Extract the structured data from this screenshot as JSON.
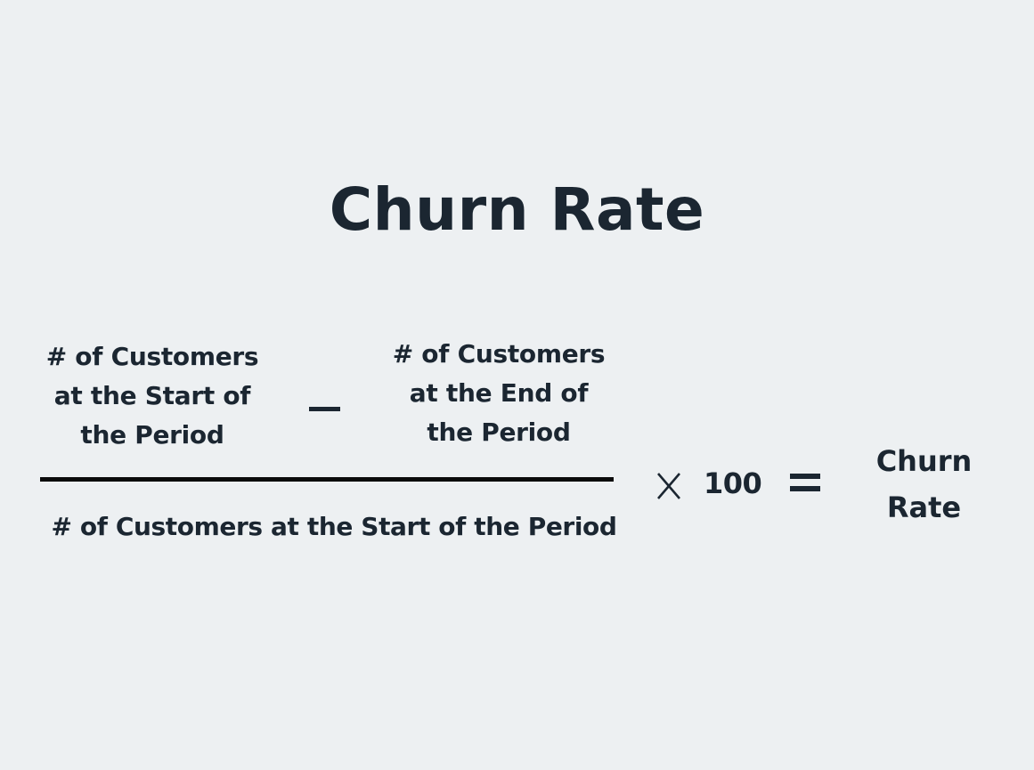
{
  "title": "Churn Rate",
  "colors": {
    "background": "#EDF0F2",
    "text": "#1B2631",
    "fraction_line": "#0B0B0B"
  },
  "formula": {
    "numerator": {
      "minuend": {
        "lines": [
          "# of Customers",
          "at the Start of",
          "the Period"
        ]
      },
      "operator": "minus",
      "subtrahend": {
        "lines": [
          "# of Customers",
          "at the End of",
          "the Period"
        ]
      }
    },
    "denominator": "# of Customers at the Start of the Period",
    "multiply_symbol": "X",
    "multiplier": "100",
    "equals_symbol": "=",
    "result": {
      "lines": [
        "Churn",
        "Rate"
      ]
    }
  }
}
